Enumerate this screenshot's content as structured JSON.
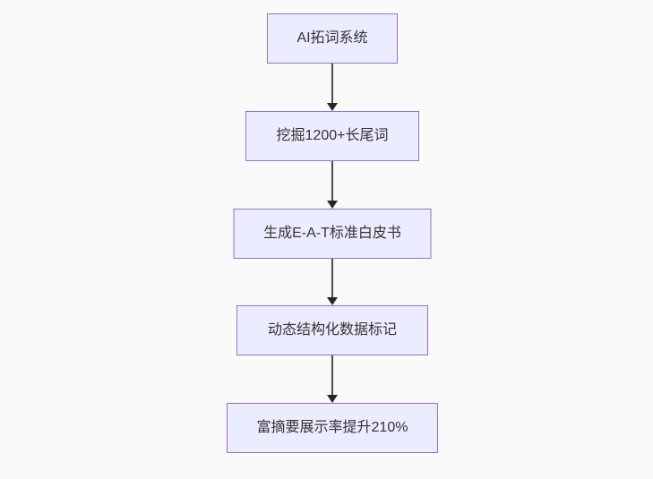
{
  "diagram": {
    "type": "flowchart",
    "direction": "top-down",
    "nodes": [
      {
        "id": "n1",
        "label": "AI拓词系统"
      },
      {
        "id": "n2",
        "label": "挖掘1200+长尾词"
      },
      {
        "id": "n3",
        "label": "生成E-A-T标准白皮书"
      },
      {
        "id": "n4",
        "label": "动态结构化数据标记"
      },
      {
        "id": "n5",
        "label": "富摘要展示率提升210%"
      }
    ],
    "edges": [
      {
        "from": "n1",
        "to": "n2"
      },
      {
        "from": "n2",
        "to": "n3"
      },
      {
        "from": "n3",
        "to": "n4"
      },
      {
        "from": "n4",
        "to": "n5"
      }
    ],
    "colors": {
      "background": "#FAFAFA",
      "node_fill": "#ECECFF",
      "node_border": "#9370DB",
      "text": "#333333",
      "arrow_line": "#4d4d4d",
      "arrow_head": "#262626"
    }
  }
}
